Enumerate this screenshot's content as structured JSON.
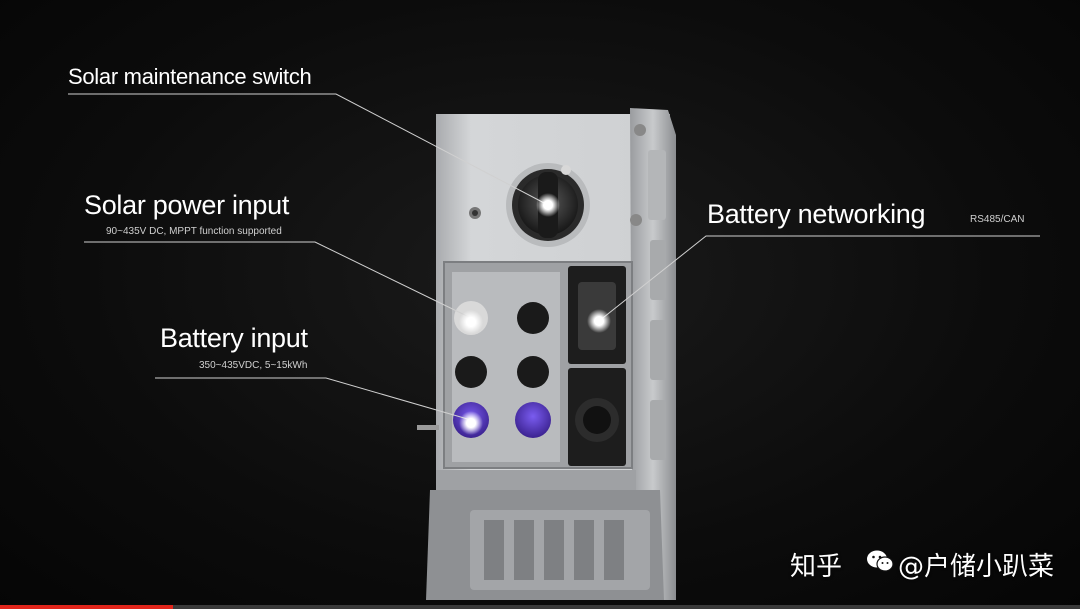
{
  "callouts": {
    "switch": {
      "title": "Solar maintenance switch"
    },
    "solar": {
      "title": "Solar power input",
      "subtitle": "90~435V DC, MPPT function supported"
    },
    "battery_networking": {
      "title": "Battery networking",
      "subtitle": "RS485/CAN"
    },
    "battery_input": {
      "title": "Battery input",
      "subtitle": "350~435VDC, 5~15kWh"
    }
  },
  "watermark": {
    "platform": "知乎",
    "at": "@",
    "handle": "户储小趴菜"
  },
  "icons": [
    "wechat-icon",
    "rotary-switch-icon",
    "terminal-connector-icon"
  ],
  "colors": {
    "background": "#0c0c0c",
    "device_body": "#c9cbcd",
    "terminal_purple": "#5a3fc0",
    "progress": "#e1251b"
  },
  "video": {
    "progress_fraction": 0.16
  }
}
